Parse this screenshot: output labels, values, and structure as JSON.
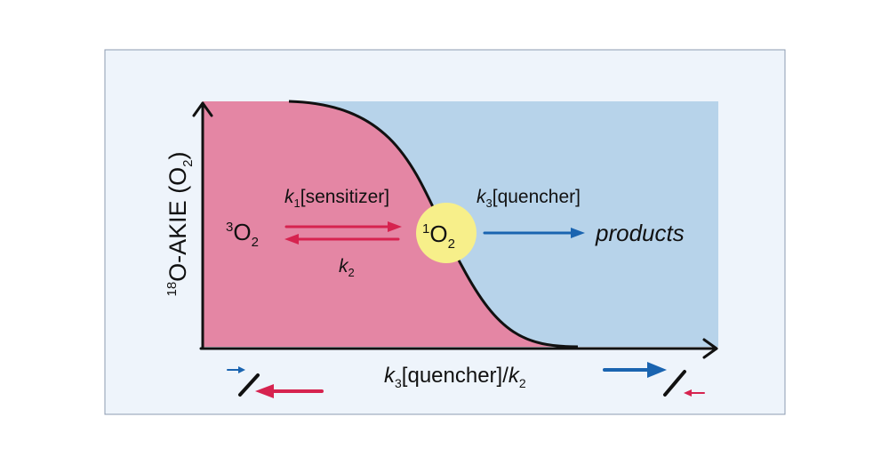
{
  "panel": {
    "background": "#eef4fb",
    "border": "#8c9bb0"
  },
  "colors": {
    "left_region": "#e486a4",
    "right_region": "#b7d3ea",
    "curve": "#111111",
    "axis": "#111111",
    "reverse_arrow": "#d6234f",
    "forward_arrow": "#1a64b0",
    "singlet_circle": "#f7ef8a"
  },
  "y_axis": {
    "label_sup": "18",
    "label_main": "O-AKIE (O",
    "label_sub": "2",
    "label_close": ")"
  },
  "x_axis": {
    "label_k": "k",
    "label_sub": "3",
    "label_mid": "[quencher]/",
    "label_k2": "k",
    "label_sub2": "2"
  },
  "species": {
    "triplet": {
      "sup": "3",
      "main": "O",
      "sub": "2"
    },
    "singlet": {
      "sup": "1",
      "main": "O",
      "sub": "2"
    },
    "products": "products"
  },
  "rates": {
    "forward": {
      "k": "k",
      "sub": "1",
      "text": "[sensitizer]"
    },
    "reverse": {
      "k": "k",
      "sub": "2"
    },
    "quench": {
      "k": "k",
      "sub": "3",
      "text": "[quencher]"
    }
  },
  "icons": {
    "left_legend": "low-quencher-limit-icon",
    "right_legend": "high-quencher-limit-icon"
  }
}
